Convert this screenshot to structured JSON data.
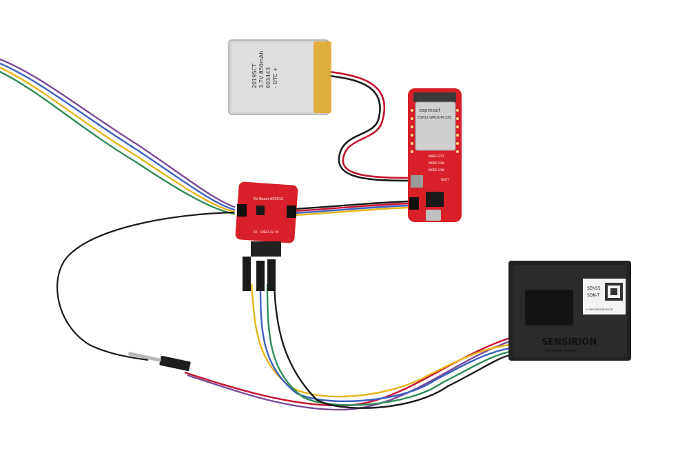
{
  "battery": {
    "label_lines": [
      "2019SCT",
      "3.7V 850mAh",
      "603443",
      "- OTC +"
    ]
  },
  "esp32_board": {
    "brand": "espressif",
    "module_model": "ESP32-WROOM-32E",
    "pads": [
      "WAKE STAT",
      "MODE CON",
      "MODE CON",
      "BOOT"
    ]
  },
  "boost_board": {
    "title": "5V Boost AP3012",
    "bottom_labels": [
      "5V",
      "GND",
      "3.3V",
      "IN"
    ]
  },
  "sensor": {
    "model": "SEN55",
    "sub_model": "SDN-T",
    "brand": "SENSIRION",
    "tagline": "THE SENSOR COMPANY",
    "serial": "0159E1565E4B7003B"
  },
  "colors": {
    "wire_black": "#1a1a1a",
    "wire_red": "#c8102e",
    "wire_yellow": "#e8b415",
    "wire_blue": "#3b5fc0",
    "wire_green": "#2e8b57",
    "wire_purple": "#7a4a9a",
    "board_red": "#d9202a",
    "battery_silver": "#d4d4d6",
    "battery_tape": "#e0a82a",
    "sensor_black": "#222222"
  }
}
